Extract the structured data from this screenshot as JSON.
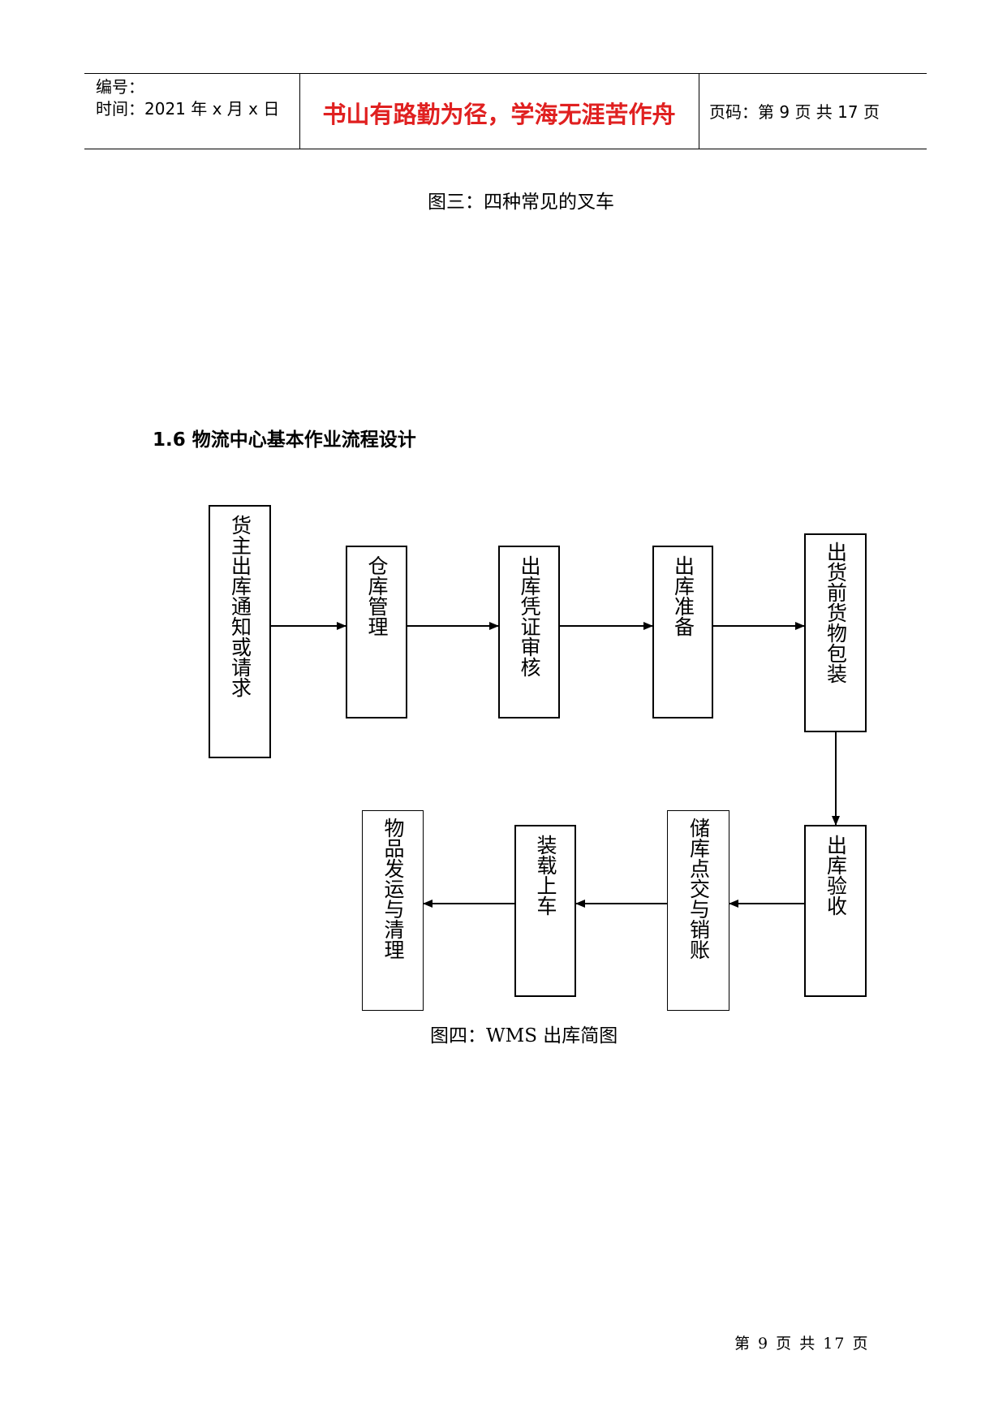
{
  "header": {
    "number_label": "编号：",
    "time_label": "时间：2021 年 x 月 x 日",
    "motto": "书山有路勤为径，学海无涯苦作舟",
    "page_label": "页码：第 9 页  共 17 页"
  },
  "figure3_caption": "图三：四种常见的叉车",
  "section_title": "1.6 物流中心基本作业流程设计",
  "flowchart": {
    "boxes": [
      {
        "id": "b1",
        "text": "货主出库通知或请求"
      },
      {
        "id": "b2",
        "text": "仓库管理"
      },
      {
        "id": "b3",
        "text": "出库凭证审核"
      },
      {
        "id": "b4",
        "text": "出库准备"
      },
      {
        "id": "b5",
        "text": "出货前货物包装"
      },
      {
        "id": "b6",
        "text": "出库验收"
      },
      {
        "id": "b7",
        "text": "储库点交与销账"
      },
      {
        "id": "b8",
        "text": "装载上车"
      },
      {
        "id": "b9",
        "text": "物品发运与清理"
      }
    ]
  },
  "figure4_caption": "图四：WMS 出库简图",
  "footer": "第 9 页 共 17 页"
}
